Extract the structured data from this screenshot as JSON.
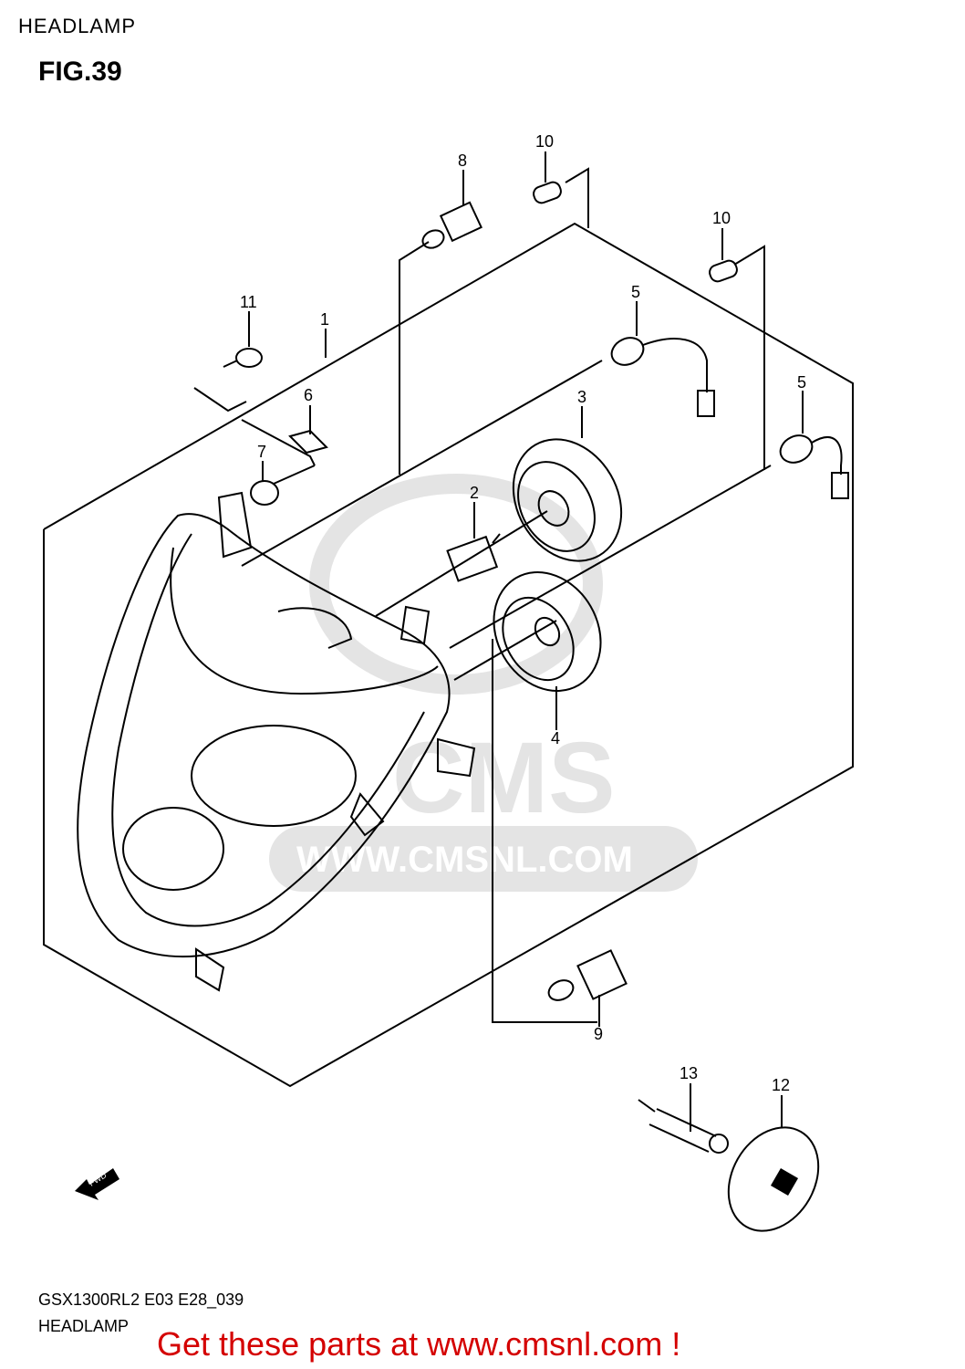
{
  "header": {
    "title": "HEADLAMP",
    "figure": "FIG.39"
  },
  "callouts": [
    "1",
    "2",
    "3",
    "4",
    "5",
    "5",
    "6",
    "7",
    "8",
    "9",
    "10",
    "10",
    "11",
    "12",
    "13"
  ],
  "watermark": {
    "text": "WWW.CMSNL.COM",
    "brand": "CMS"
  },
  "fwd_label": "FWD",
  "footer": {
    "code": "GSX1300RL2 E03 E28_039",
    "name": "HEADLAMP",
    "cta": "Get these parts at www.cmsnl.com !"
  },
  "colors": {
    "cta": "#d40000",
    "line": "#000000",
    "watermark": "#d9d9d9"
  }
}
